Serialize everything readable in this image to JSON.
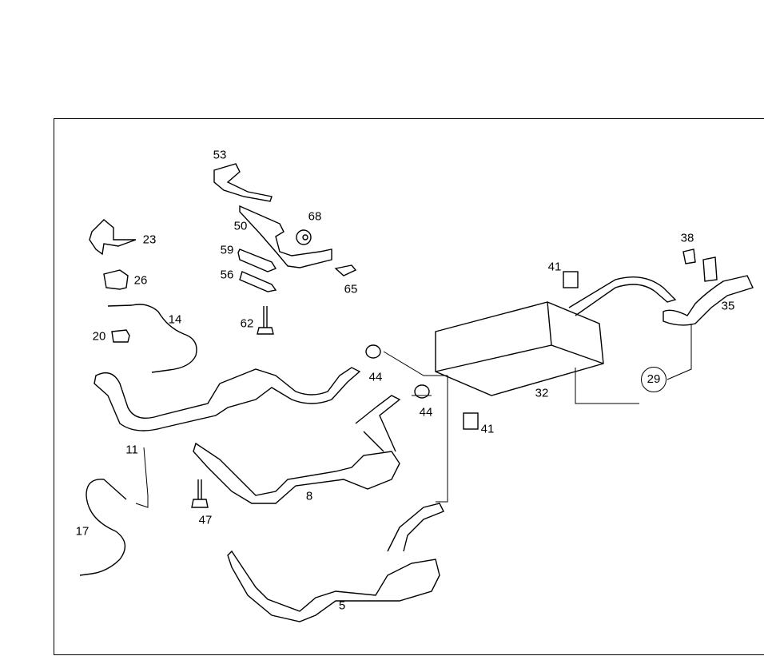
{
  "diagram": {
    "callouts": {
      "p53": "53",
      "p23": "23",
      "p50": "50",
      "p68": "68",
      "p59": "59",
      "p26": "26",
      "p56": "56",
      "p65": "65",
      "p14": "14",
      "p62": "62",
      "p20": "20",
      "p41a": "41",
      "p38": "38",
      "p35": "35",
      "p44a": "44",
      "p29": "29",
      "p32": "32",
      "p44b": "44",
      "p41b": "41",
      "p11": "11",
      "p8": "8",
      "p17": "17",
      "p47": "47",
      "p5": "5"
    },
    "line_color": "#000000",
    "background": "#ffffff"
  }
}
